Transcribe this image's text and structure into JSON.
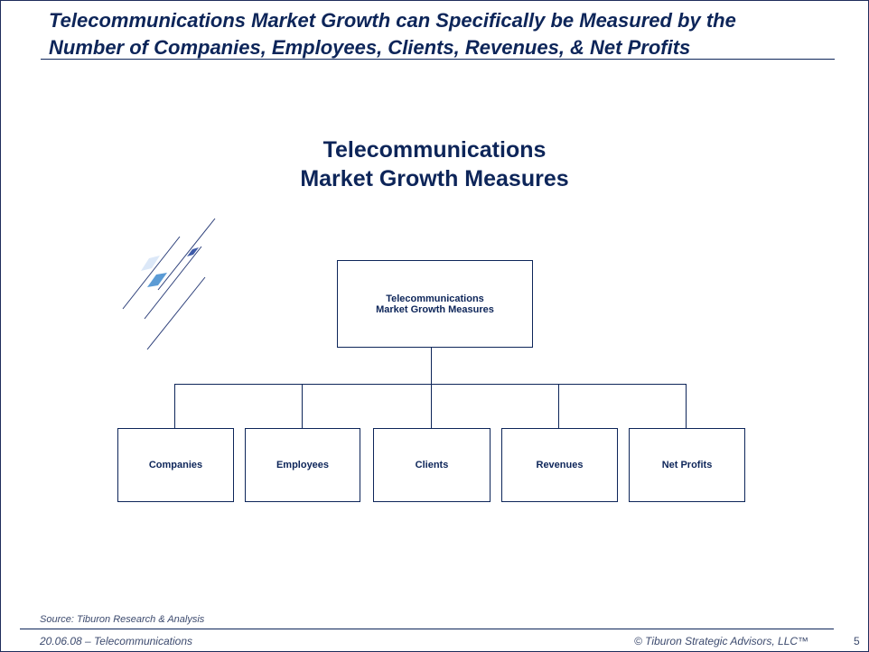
{
  "slide": {
    "title_line1": "Telecommunications  Market Growth can Specifically  be Measured by the",
    "title_line2": "Number of Companies, Employees, Clients, Revenues, & Net Profits",
    "heading_line1": "Telecommunications",
    "heading_line2": "Market Growth Measures"
  },
  "diagram": {
    "root_line1": "Telecommunications",
    "root_line2": "Market Growth Measures",
    "children": [
      "Companies",
      "Employees",
      "Clients",
      "Revenues",
      "Net Profits"
    ]
  },
  "footer": {
    "source": "Source:  Tiburon Research & Analysis",
    "date_topic": "20.06.08 – Telecommunications",
    "copyright": "© Tiburon Strategic Advisors, LLC™",
    "page_number": "5"
  },
  "colors": {
    "navy": "#0d2559",
    "light_blue": "#dce8f8",
    "mid_blue": "#5b9bd5",
    "dark_blue": "#3d5aa8"
  }
}
